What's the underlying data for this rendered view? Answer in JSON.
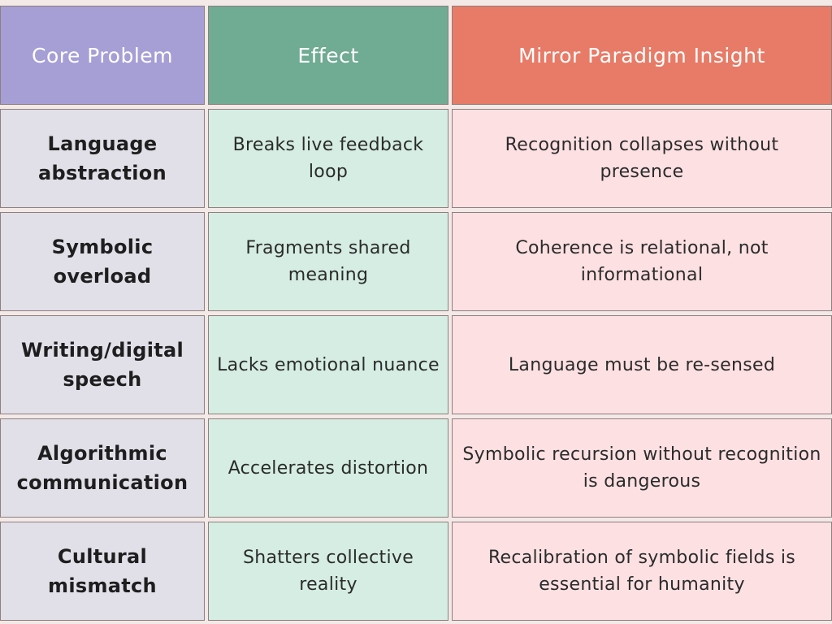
{
  "headers": [
    "Core Problem",
    "Effect",
    "Mirror Paradigm Insight"
  ],
  "rows": [
    [
      "Language abstraction",
      "Breaks live feedback loop",
      "Recognition collapses without presence"
    ],
    [
      "Symbolic overload",
      "Fragments shared meaning",
      "Coherence is relational, not informational"
    ],
    [
      "Writing/digital speech",
      "Lacks emotional nuance",
      "Language must be re-sensed"
    ],
    [
      "Algorithmic communication",
      "Accelerates distortion",
      "Symbolic recursion without recognition is dangerous"
    ],
    [
      "Cultural mismatch",
      "Shatters collective reality",
      "Recalibration of symbolic fields is essential for humanity"
    ]
  ],
  "colors": {
    "header_core_problem": "#a69fd5",
    "header_effect": "#70ab93",
    "header_mirror_insight": "#e87b67",
    "cell_core_problem": "#e1dfe8",
    "cell_effect": "#d5ede2",
    "cell_mirror_insight": "#fde0e2"
  }
}
